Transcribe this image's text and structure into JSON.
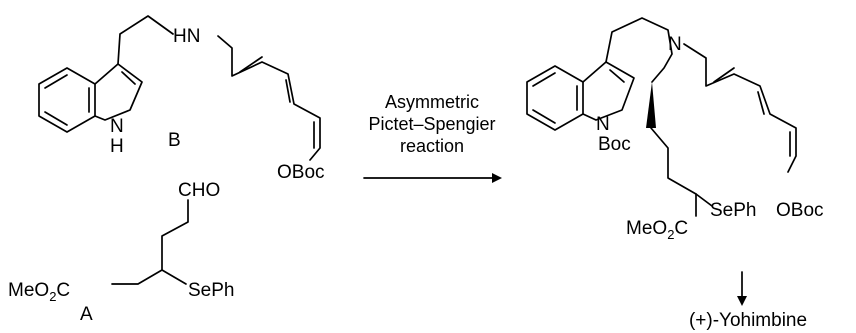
{
  "labels": {
    "nh_tryptamine": "HN",
    "indole_n": "N",
    "indole_h": "H",
    "label_b": "B",
    "boc_b": "OBoc",
    "cho": "CHO",
    "seph_a": "SePh",
    "ester_a_pre": "MeO",
    "ester_a_sub": "2",
    "ester_a_post": "C",
    "label_a": "A",
    "cond_line1": "Asymmetric",
    "cond_line2": "Pictet–Spengier",
    "cond_line3": "reaction",
    "prod_n2": "N",
    "prod_n9": "N",
    "prod_boc_n": "Boc",
    "prod_seph": "SePh",
    "prod_obc": "OBoc",
    "prod_ester_pre": "MeO",
    "prod_ester_sub": "2",
    "prod_ester_post": "C",
    "final_product": "(+)-Yohimbine"
  }
}
